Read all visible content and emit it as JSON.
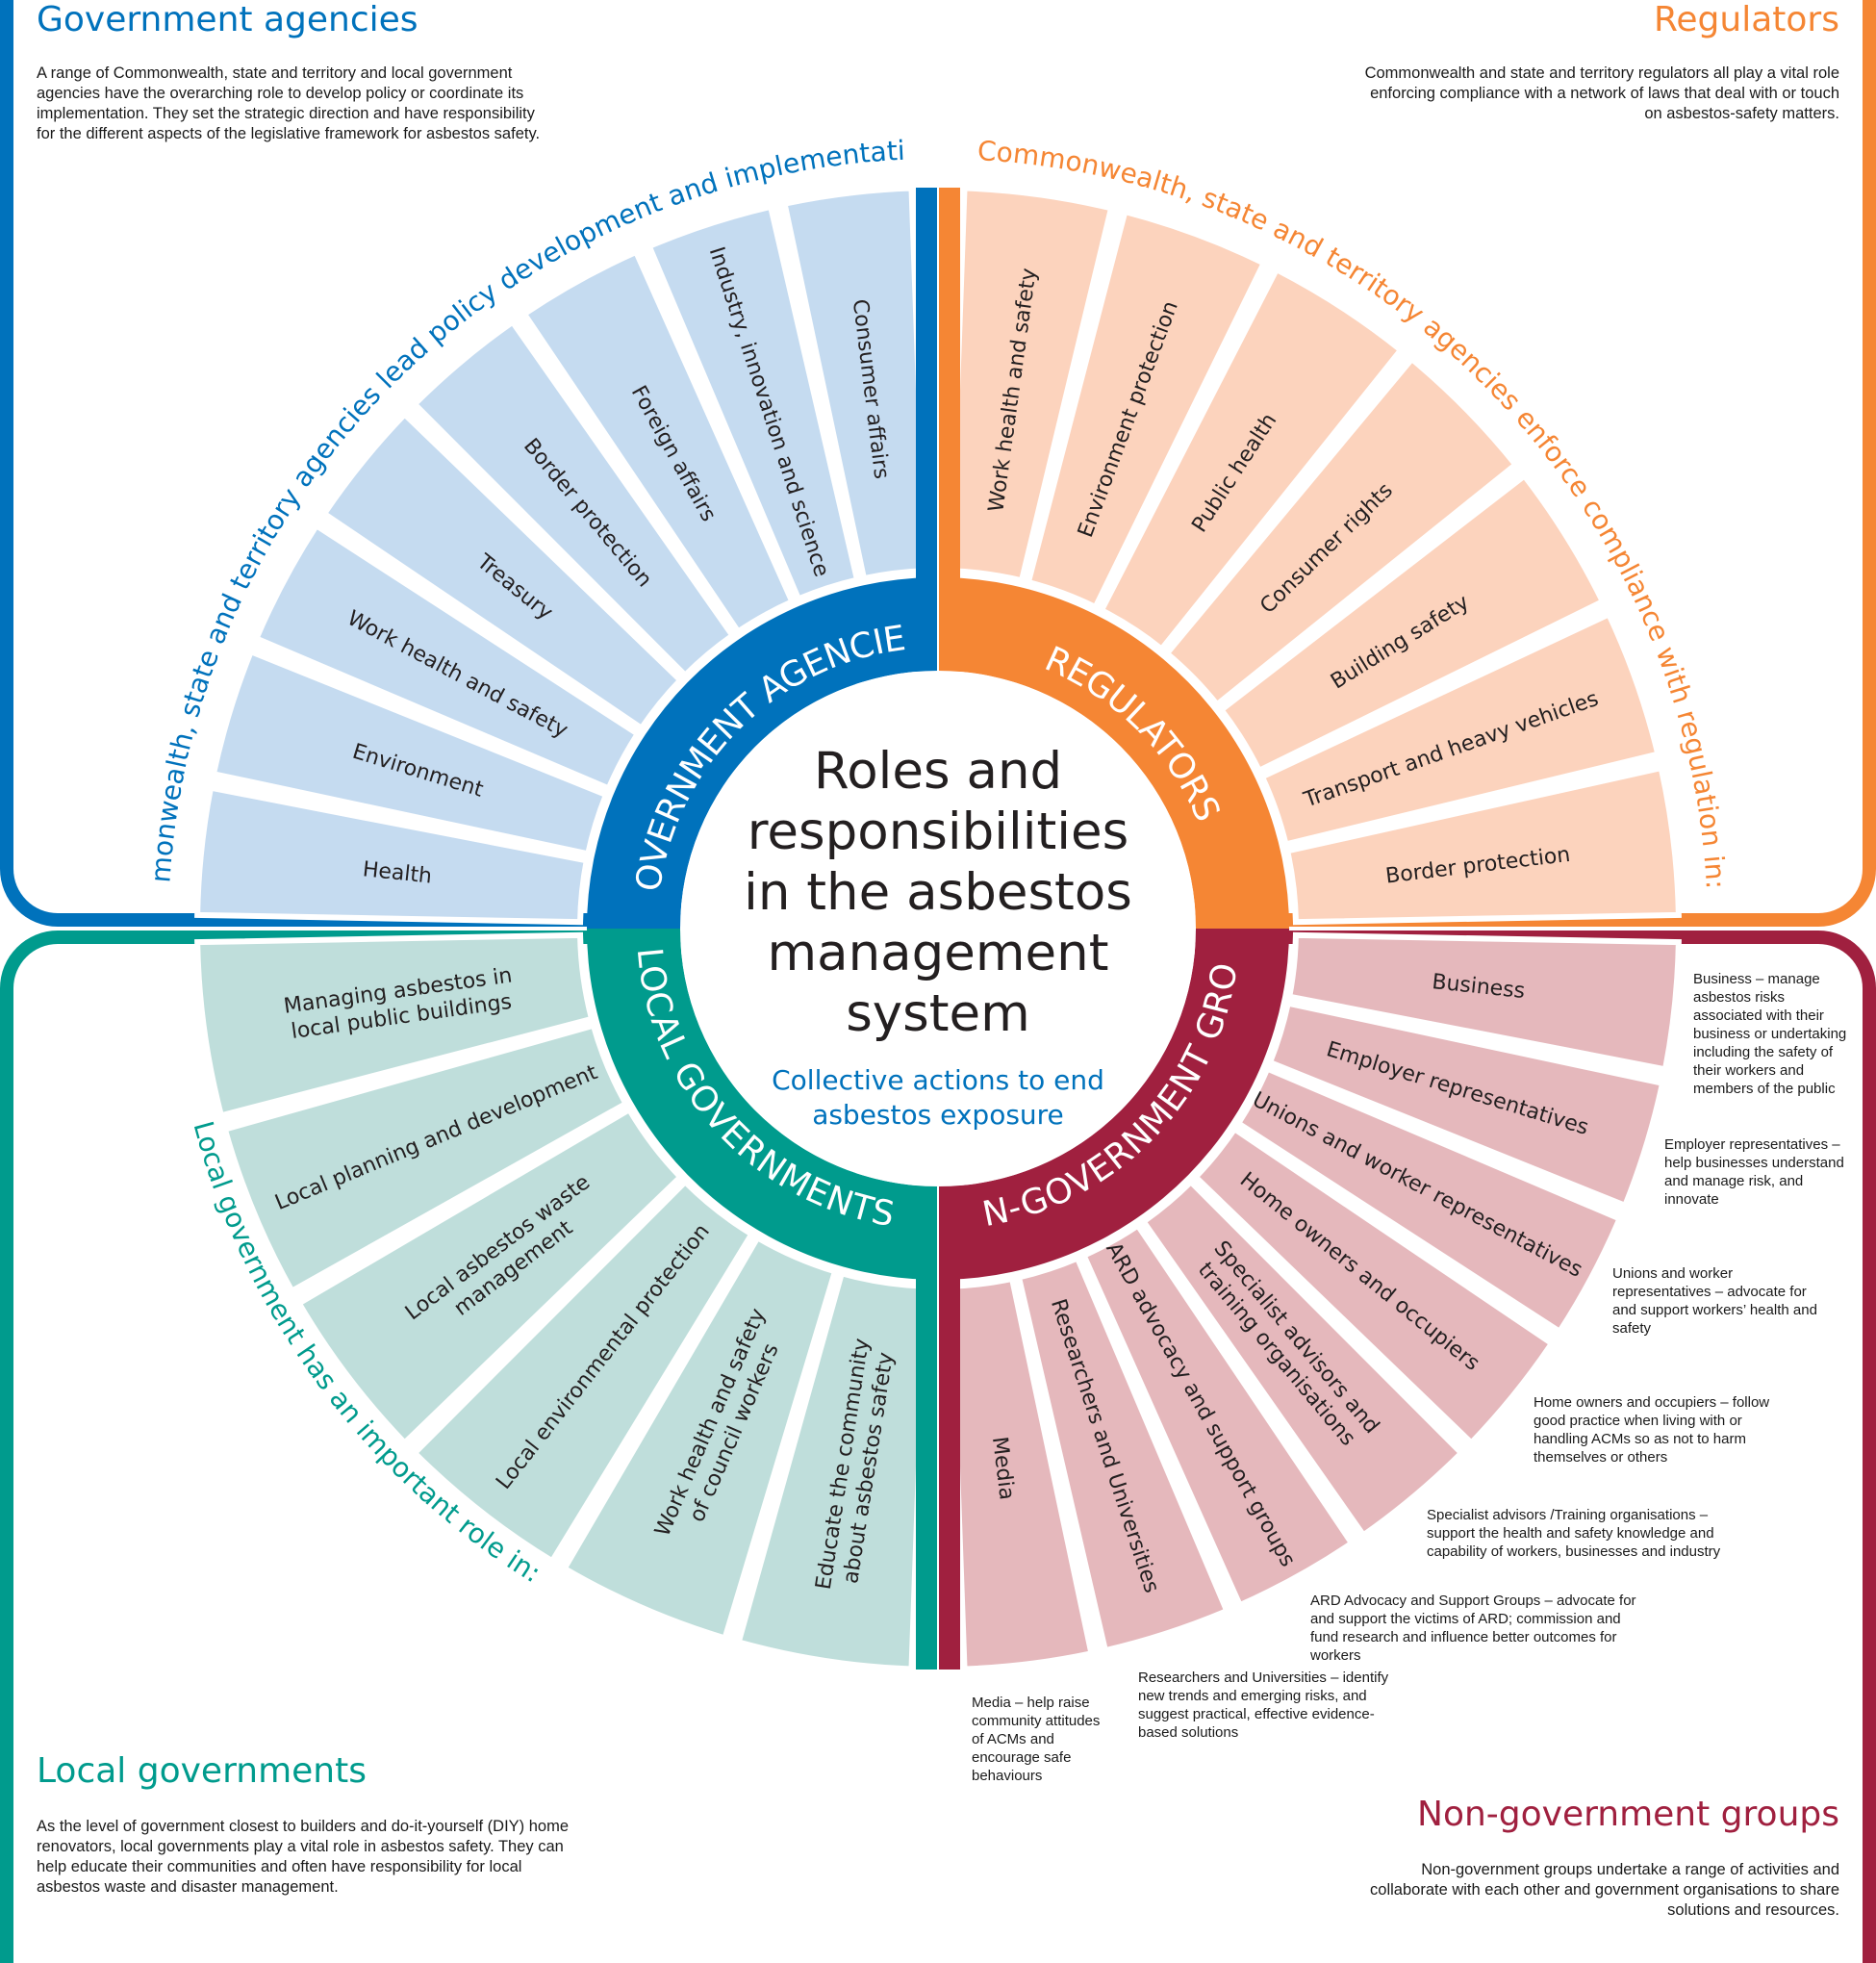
{
  "colors": {
    "gov": "#0072bc",
    "gov_light": "#c5dbf0",
    "reg": "#f58634",
    "reg_light": "#fcd3bd",
    "local": "#009b8d",
    "local_light": "#bfdedb",
    "ngo": "#a0203f",
    "ngo_light": "#e5b8bc"
  },
  "center": {
    "title_lines": [
      "Roles and",
      "responsibilities",
      "in the asbestos",
      "management",
      "system"
    ],
    "subtitle_lines": [
      "Collective actions to end",
      "asbestos exposure"
    ]
  },
  "gov": {
    "title": "Government agencies",
    "description": "A range of Commonwealth, state and territory and local government agencies have the overarching role to develop policy or coordinate its implementation. They set the strategic direction and have responsibility for the different aspects of the legislative framework for asbestos safety.",
    "ring_label": "GOVERNMENT AGENCIES",
    "arc_text": "Commonwealth, state and territory agencies lead policy development and implementation in:",
    "items": [
      "Health",
      "Environment",
      "Work health and safety",
      "Treasury",
      "Border protection",
      "Foreign affairs",
      "Industry, innovation and science",
      "Consumer affairs"
    ]
  },
  "reg": {
    "title": "Regulators",
    "description": "Commonwealth and state and territory regulators all play a vital role enforcing compliance with a network of laws that deal with or touch on asbestos-safety matters.",
    "ring_label": "REGULATORS",
    "arc_text": "Commonwealth, state and territory agencies enforce compliance with regulation in:",
    "items": [
      "Work health and safety",
      "Environment protection",
      "Public health",
      "Consumer rights",
      "Building safety",
      "Transport and heavy vehicles",
      "Border protection"
    ]
  },
  "local": {
    "title": "Local governments",
    "description": "As the level of government closest to builders and do-it-yourself (DIY) home renovators, local governments play a vital role in asbestos safety. They can help educate their communities and often have responsibility for local asbestos waste and disaster management.",
    "ring_label": "LOCAL GOVERNMENTS",
    "arc_text": "Local government has an important role in:",
    "items": [
      [
        "Managing asbestos in",
        "local public buildings"
      ],
      [
        "Local planning and development"
      ],
      [
        "Local asbestos waste",
        "management"
      ],
      [
        "Local environmental protection"
      ],
      [
        "Work health and safety",
        "of council workers"
      ],
      [
        "Educate the community",
        "about asbestos safety"
      ]
    ]
  },
  "ngo": {
    "title": "Non-government groups",
    "description": "Non-government groups undertake a range of activities and collaborate with each other and government organisations to share solutions and resources.",
    "ring_label": "NON-GOVERNMENT GROUPS",
    "items": [
      [
        "Business"
      ],
      [
        "Employer representatives"
      ],
      [
        "Unions and worker representatives"
      ],
      [
        "Home owners and occupiers"
      ],
      [
        "Specialist advisors and",
        "training organisations"
      ],
      [
        "ARD advocacy and support groups"
      ],
      [
        "Researchers and Universities"
      ],
      [
        "Media"
      ]
    ],
    "notes": [
      "Business – manage asbestos risks associated with their business or undertaking including the safety of their workers and members of the public",
      "Employer representatives – help businesses understand and manage risk, and innovate",
      "Unions and worker representatives – advocate for and support workers’ health and safety",
      "Home owners and occupiers – follow good practice when living with or handling ACMs so as not to harm themselves or others",
      "Specialist advisors /Training organisations – support the health and safety knowledge and capability of workers, businesses and industry",
      "ARD Advocacy and Support Groups – advocate for and support the victims of ARD; commission and fund research and influence better outcomes for workers",
      "Researchers and Universities – identify new trends and emerging risks, and suggest practical, effective evidence-based solutions",
      "Media – help raise community attitudes of ACMs and encourage safe behaviours"
    ]
  }
}
